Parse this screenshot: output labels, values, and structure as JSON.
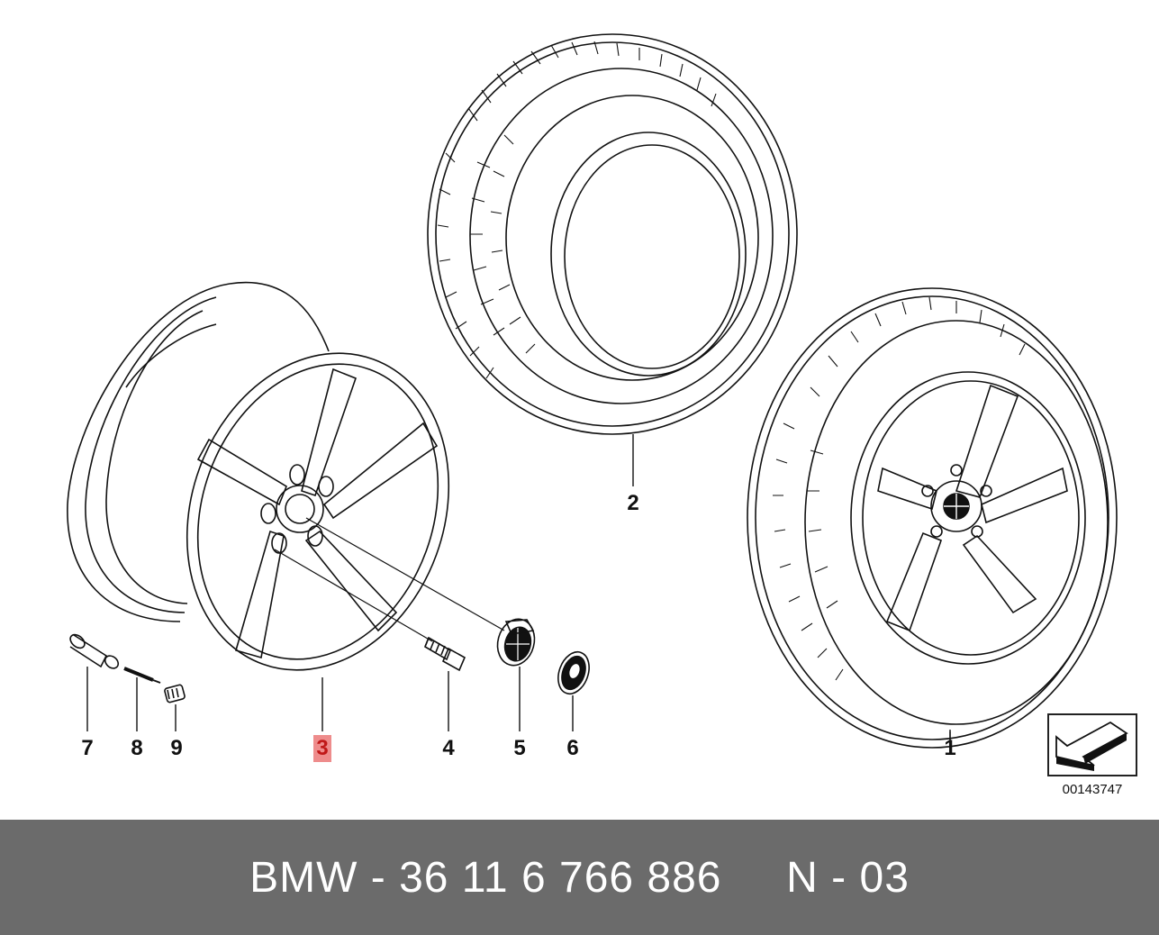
{
  "callouts": {
    "c1": "1",
    "c2": "2",
    "c3": "3",
    "c4": "4",
    "c5": "5",
    "c6": "6",
    "c7": "7",
    "c8": "8",
    "c9": "9"
  },
  "highlighted_callout": "3",
  "diagram_number": "00143747",
  "footer": {
    "text": "BMW - 36 11 6 766 886     N - 03"
  },
  "colors": {
    "footer_bg": "#6b6b6b",
    "highlight": "#ee8c8c",
    "highlight_text": "#c01818"
  }
}
